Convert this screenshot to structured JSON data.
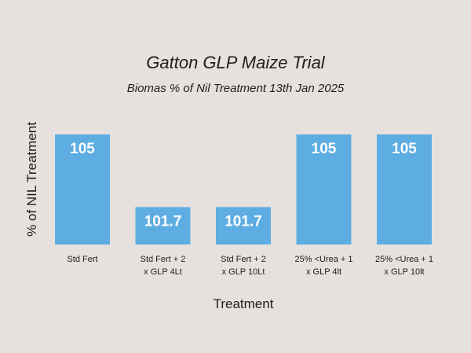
{
  "chart_data": {
    "type": "bar",
    "title": "Gatton GLP Maize Trial",
    "subtitle": "Biomas % of Nil Treatment 13th Jan 2025",
    "xlabel": "Treatment",
    "ylabel": "% of NIL Treatment",
    "categories": [
      [
        "Std Fert"
      ],
      [
        "Std Fert + 2",
        "x GLP 4Lt"
      ],
      [
        "Std Fert + 2",
        "x GLP 10Lt"
      ],
      [
        "25% <Urea + 1",
        "x GLP 4lt"
      ],
      [
        "25% <Urea + 1",
        "x GLP 10lt"
      ]
    ],
    "values": [
      105,
      101.7,
      101.7,
      105,
      105
    ],
    "data_labels": [
      "105",
      "101.7",
      "101.7",
      "105",
      "105"
    ],
    "ylim": [
      100,
      105
    ],
    "grid": false,
    "bar_color": "#5dade2"
  }
}
